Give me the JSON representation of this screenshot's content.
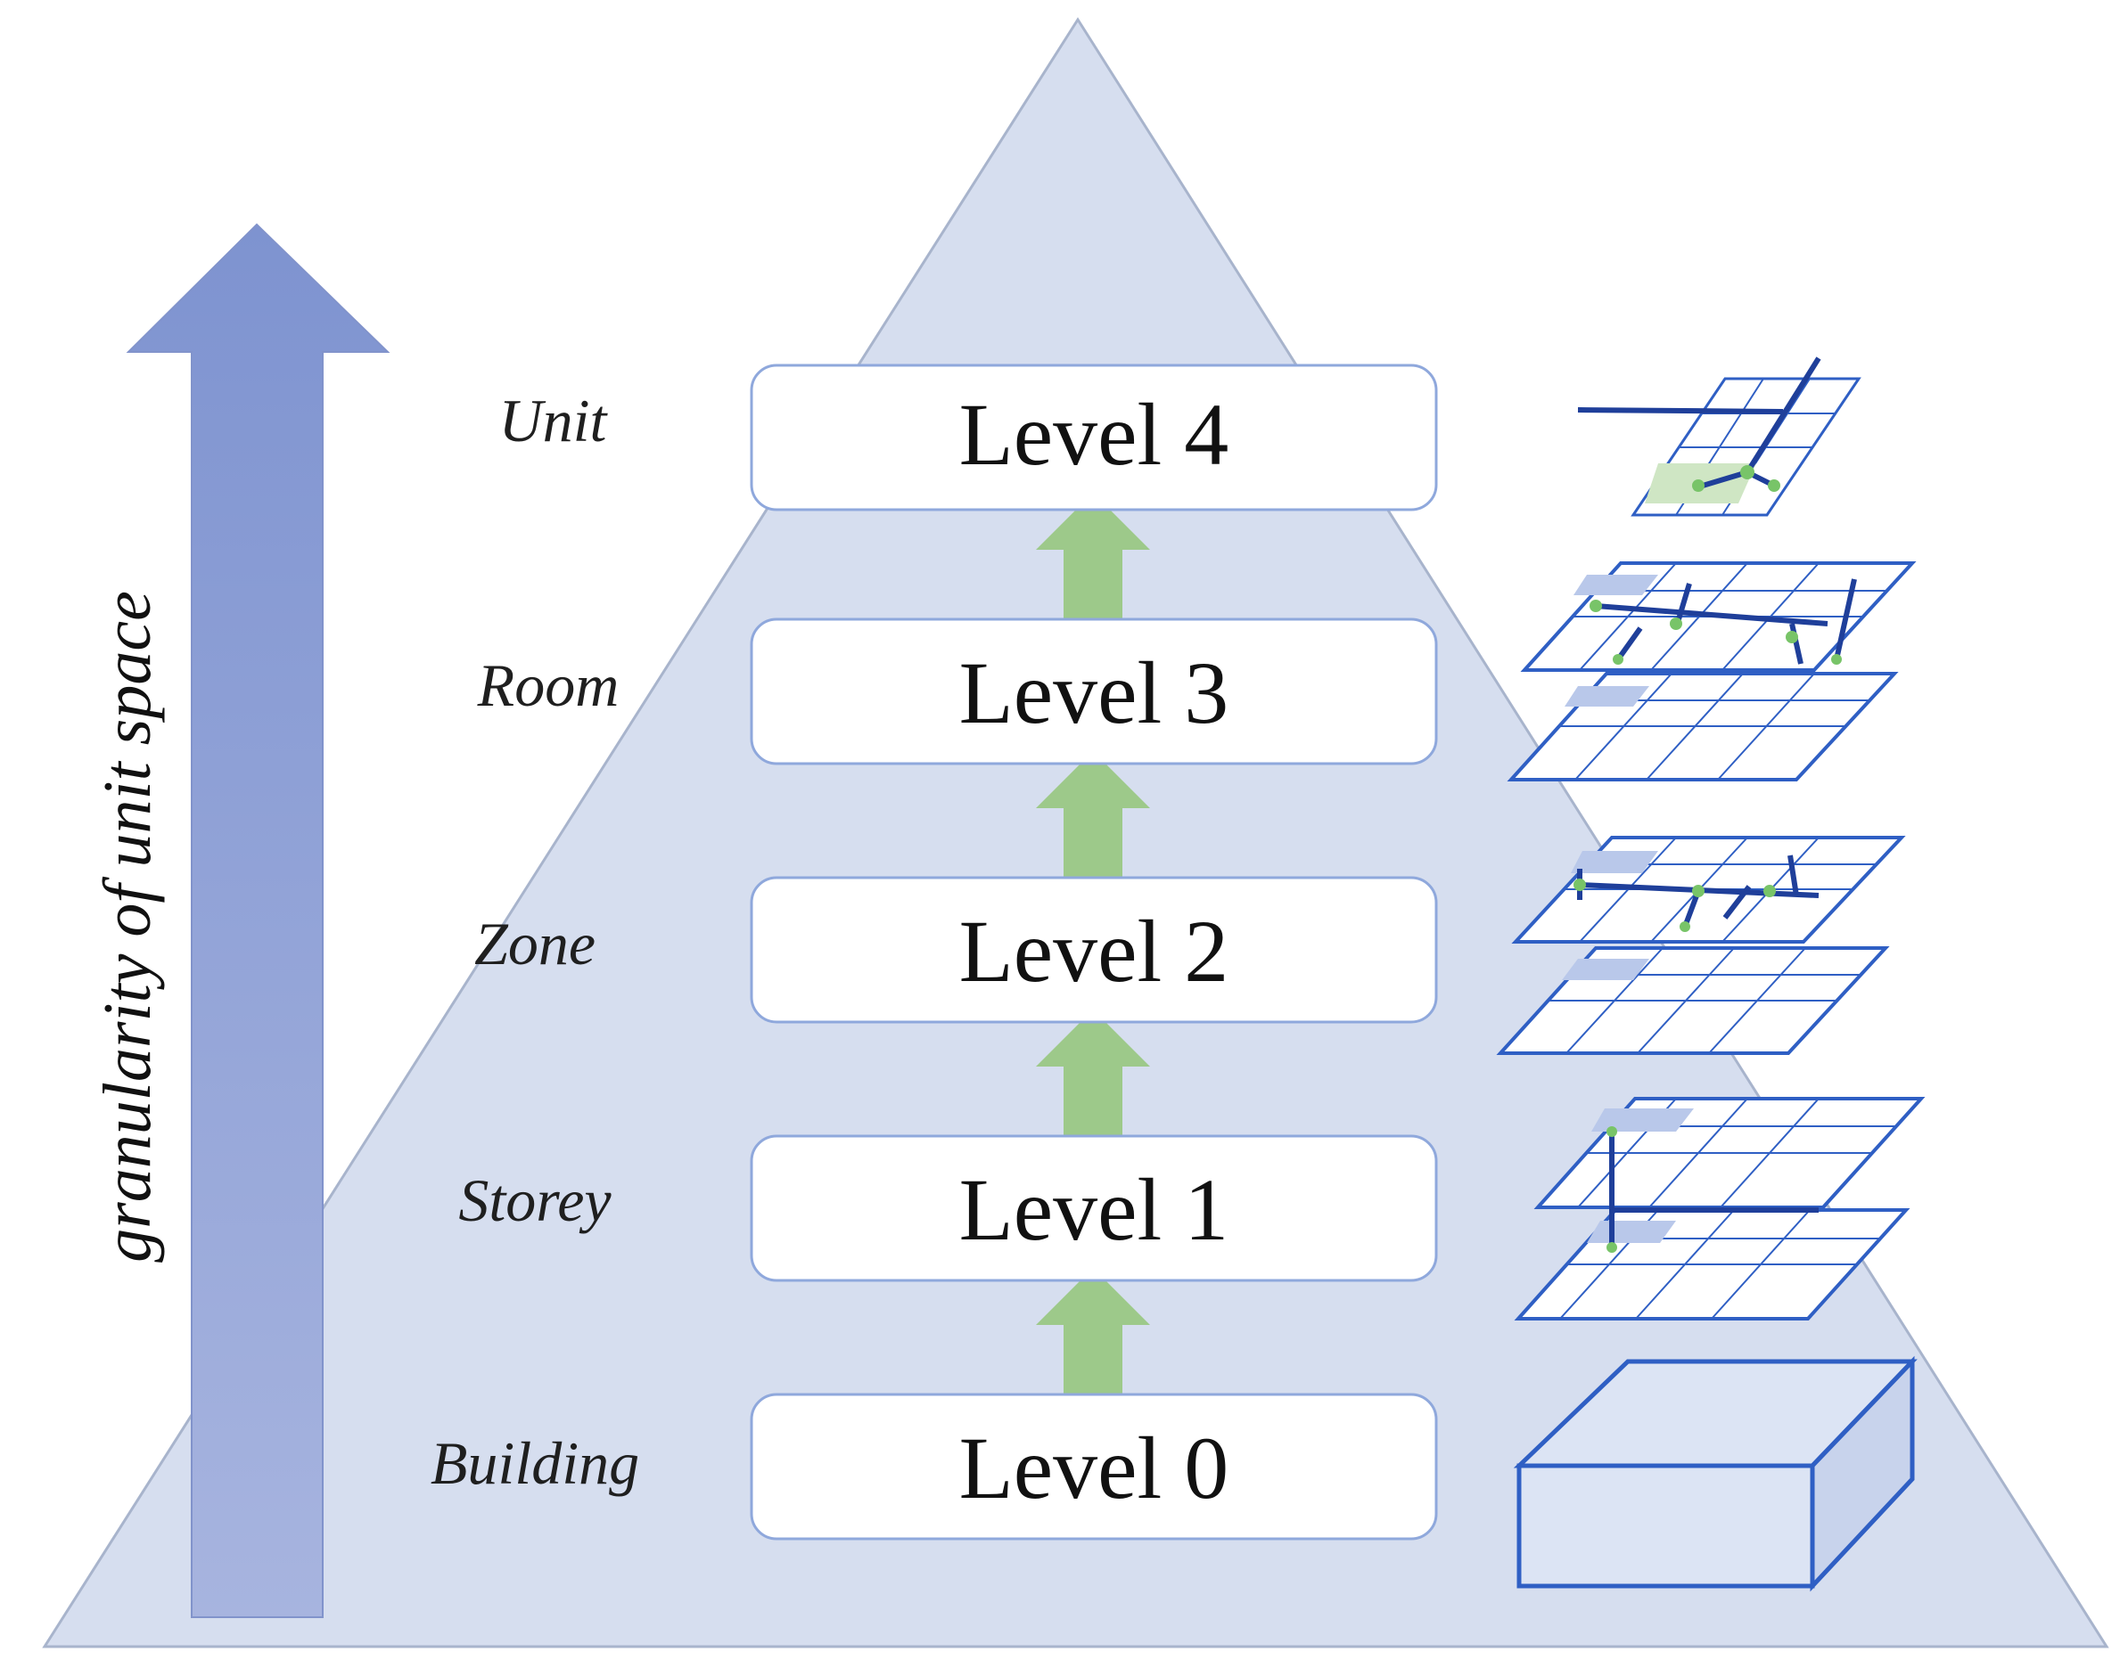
{
  "axis_label": "granularity of unit space",
  "levels": [
    {
      "name": "Building",
      "label": "Level 0"
    },
    {
      "name": "Storey",
      "label": "Level 1"
    },
    {
      "name": "Zone",
      "label": "Level 2"
    },
    {
      "name": "Room",
      "label": "Level 3"
    },
    {
      "name": "Unit",
      "label": "Level 4"
    }
  ],
  "colors": {
    "pyramid_fill": "#d6deef",
    "pyramid_stroke": "#a8b4cc",
    "box_stroke": "#8fa8dc",
    "box_fill": "#ffffff",
    "axis_arrow": "#8d9fd6",
    "step_arrow": "#9dc98a",
    "floor_plan": "#2f5fc4",
    "network_line": "#1f3f9a",
    "network_node": "#78c468"
  }
}
